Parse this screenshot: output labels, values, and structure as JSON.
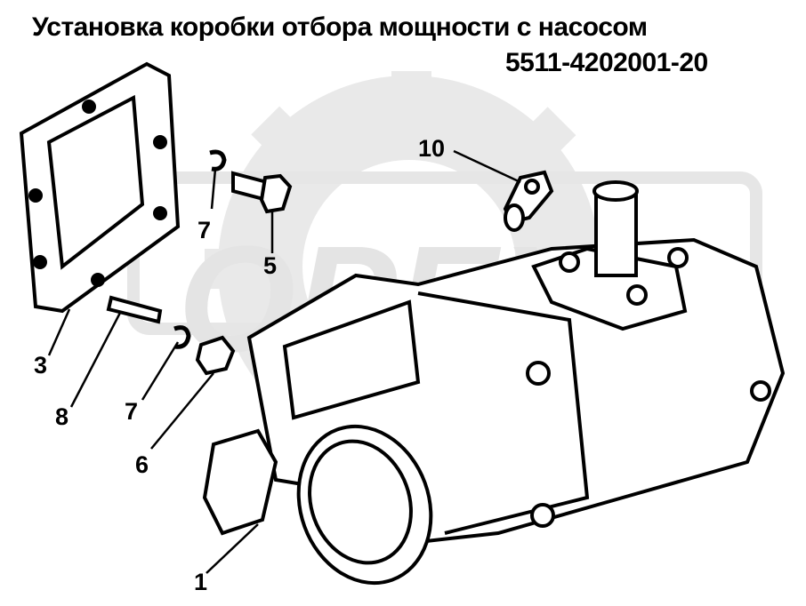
{
  "title": {
    "line1": "Установка коробки отбора мощности с насосом",
    "line2": "5511-4202001-20"
  },
  "watermark": {
    "text": "OPEX"
  },
  "callouts": [
    {
      "id": "1",
      "label": "1"
    },
    {
      "id": "3",
      "label": "3"
    },
    {
      "id": "5",
      "label": "5"
    },
    {
      "id": "6",
      "label": "6"
    },
    {
      "id": "7a",
      "label": "7"
    },
    {
      "id": "7b",
      "label": "7"
    },
    {
      "id": "8",
      "label": "8"
    },
    {
      "id": "10",
      "label": "10"
    }
  ],
  "colors": {
    "ink": "#000000",
    "watermark": "#e6e6e6",
    "background": "#ffffff"
  }
}
